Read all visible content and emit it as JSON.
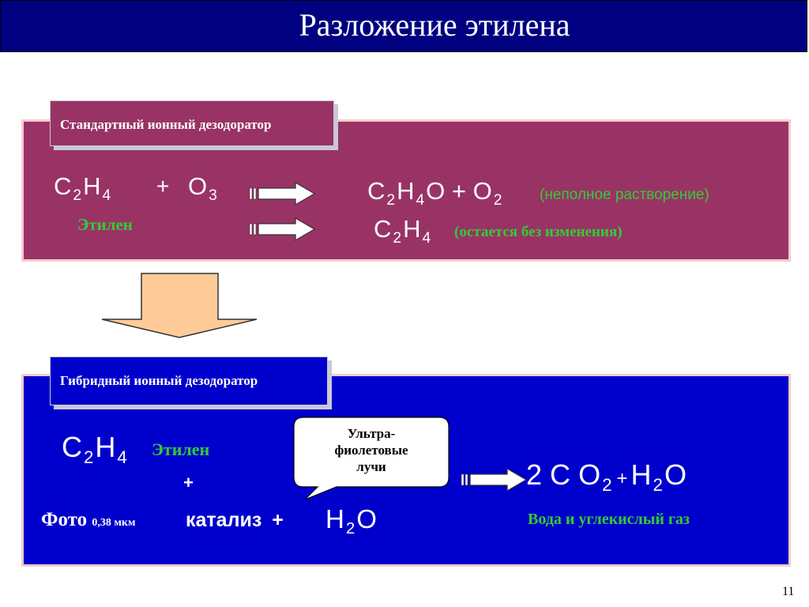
{
  "slide": {
    "title": "Разложение этилена",
    "page_number": "11"
  },
  "standard": {
    "label": "Стандартный ионный дезодоратор",
    "reactant1": {
      "a": "C",
      "a_sub": "2",
      "b": "H",
      "b_sub": "4"
    },
    "plus": "+",
    "reactant2": {
      "a": "O",
      "a_sub": "3"
    },
    "reactant1_name": "Этилен",
    "product1": {
      "a": "C",
      "a_sub": "2",
      "b": "H",
      "b_sub": "4",
      "c": "O",
      "plus": "+",
      "d": "O",
      "d_sub": "2"
    },
    "product1_note": "(неполное растворение)",
    "product2": {
      "a": "C",
      "a_sub": "2",
      "b": "H",
      "b_sub": "4"
    },
    "product2_note": "(остается без изменения)"
  },
  "hybrid": {
    "label": "Гибридный ионный дезодоратор",
    "reactant": {
      "a": "C",
      "a_sub": "2",
      "b": "H",
      "b_sub": "4"
    },
    "reactant_name": "Этилен",
    "plus": "+",
    "photo": "Фото",
    "wavelength": "0,38 мкм",
    "catalysis": "катализ",
    "plus2": "+",
    "water": {
      "a": "H",
      "a_sub": "2",
      "b": "O"
    },
    "callout": {
      "line1": "Ультра-",
      "line2": "фиолетовые",
      "line3": "лучи"
    },
    "product": {
      "coef": "2",
      "a": "C",
      "b": "O",
      "b_sub": "2",
      "plus": "+",
      "c": "H",
      "c_sub": "2",
      "d": "O"
    },
    "product_note": "Вода и углекислый газ"
  },
  "colors": {
    "title_bg": "#000080",
    "panel_standard": "#993366",
    "panel_hybrid": "#0000CC",
    "accent_green": "#33CC33",
    "down_arrow": "#FFCC99"
  }
}
